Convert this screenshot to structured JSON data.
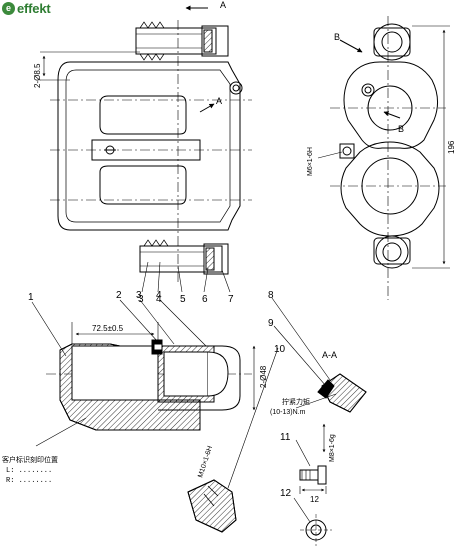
{
  "logo": {
    "mark": "e",
    "text": "effekt"
  },
  "callouts": [
    "1",
    "2",
    "3",
    "4",
    "5",
    "6",
    "7",
    "8",
    "9",
    "10",
    "11",
    "12"
  ],
  "section_labels": {
    "a_top": "A",
    "a_mid": "A",
    "b_top": "B",
    "b_mid": "B",
    "a_section": "A-A"
  },
  "dimensions": {
    "offset": "2-Ø8.5",
    "height": "196",
    "depth": "72.5±0.5",
    "bore": "2-Ø48",
    "thread_m6": "M6×1-6H",
    "thread_m10": "M10×1-6H",
    "thread_m8": "M8×1-6g",
    "bolt_len": "12"
  },
  "notes": {
    "torque_title": "拧紧力矩",
    "torque_value": "(10-13)N.m",
    "mark_title": "客户标识刻印位置",
    "mark_l": "L: ........",
    "mark_r": "R: ........"
  }
}
